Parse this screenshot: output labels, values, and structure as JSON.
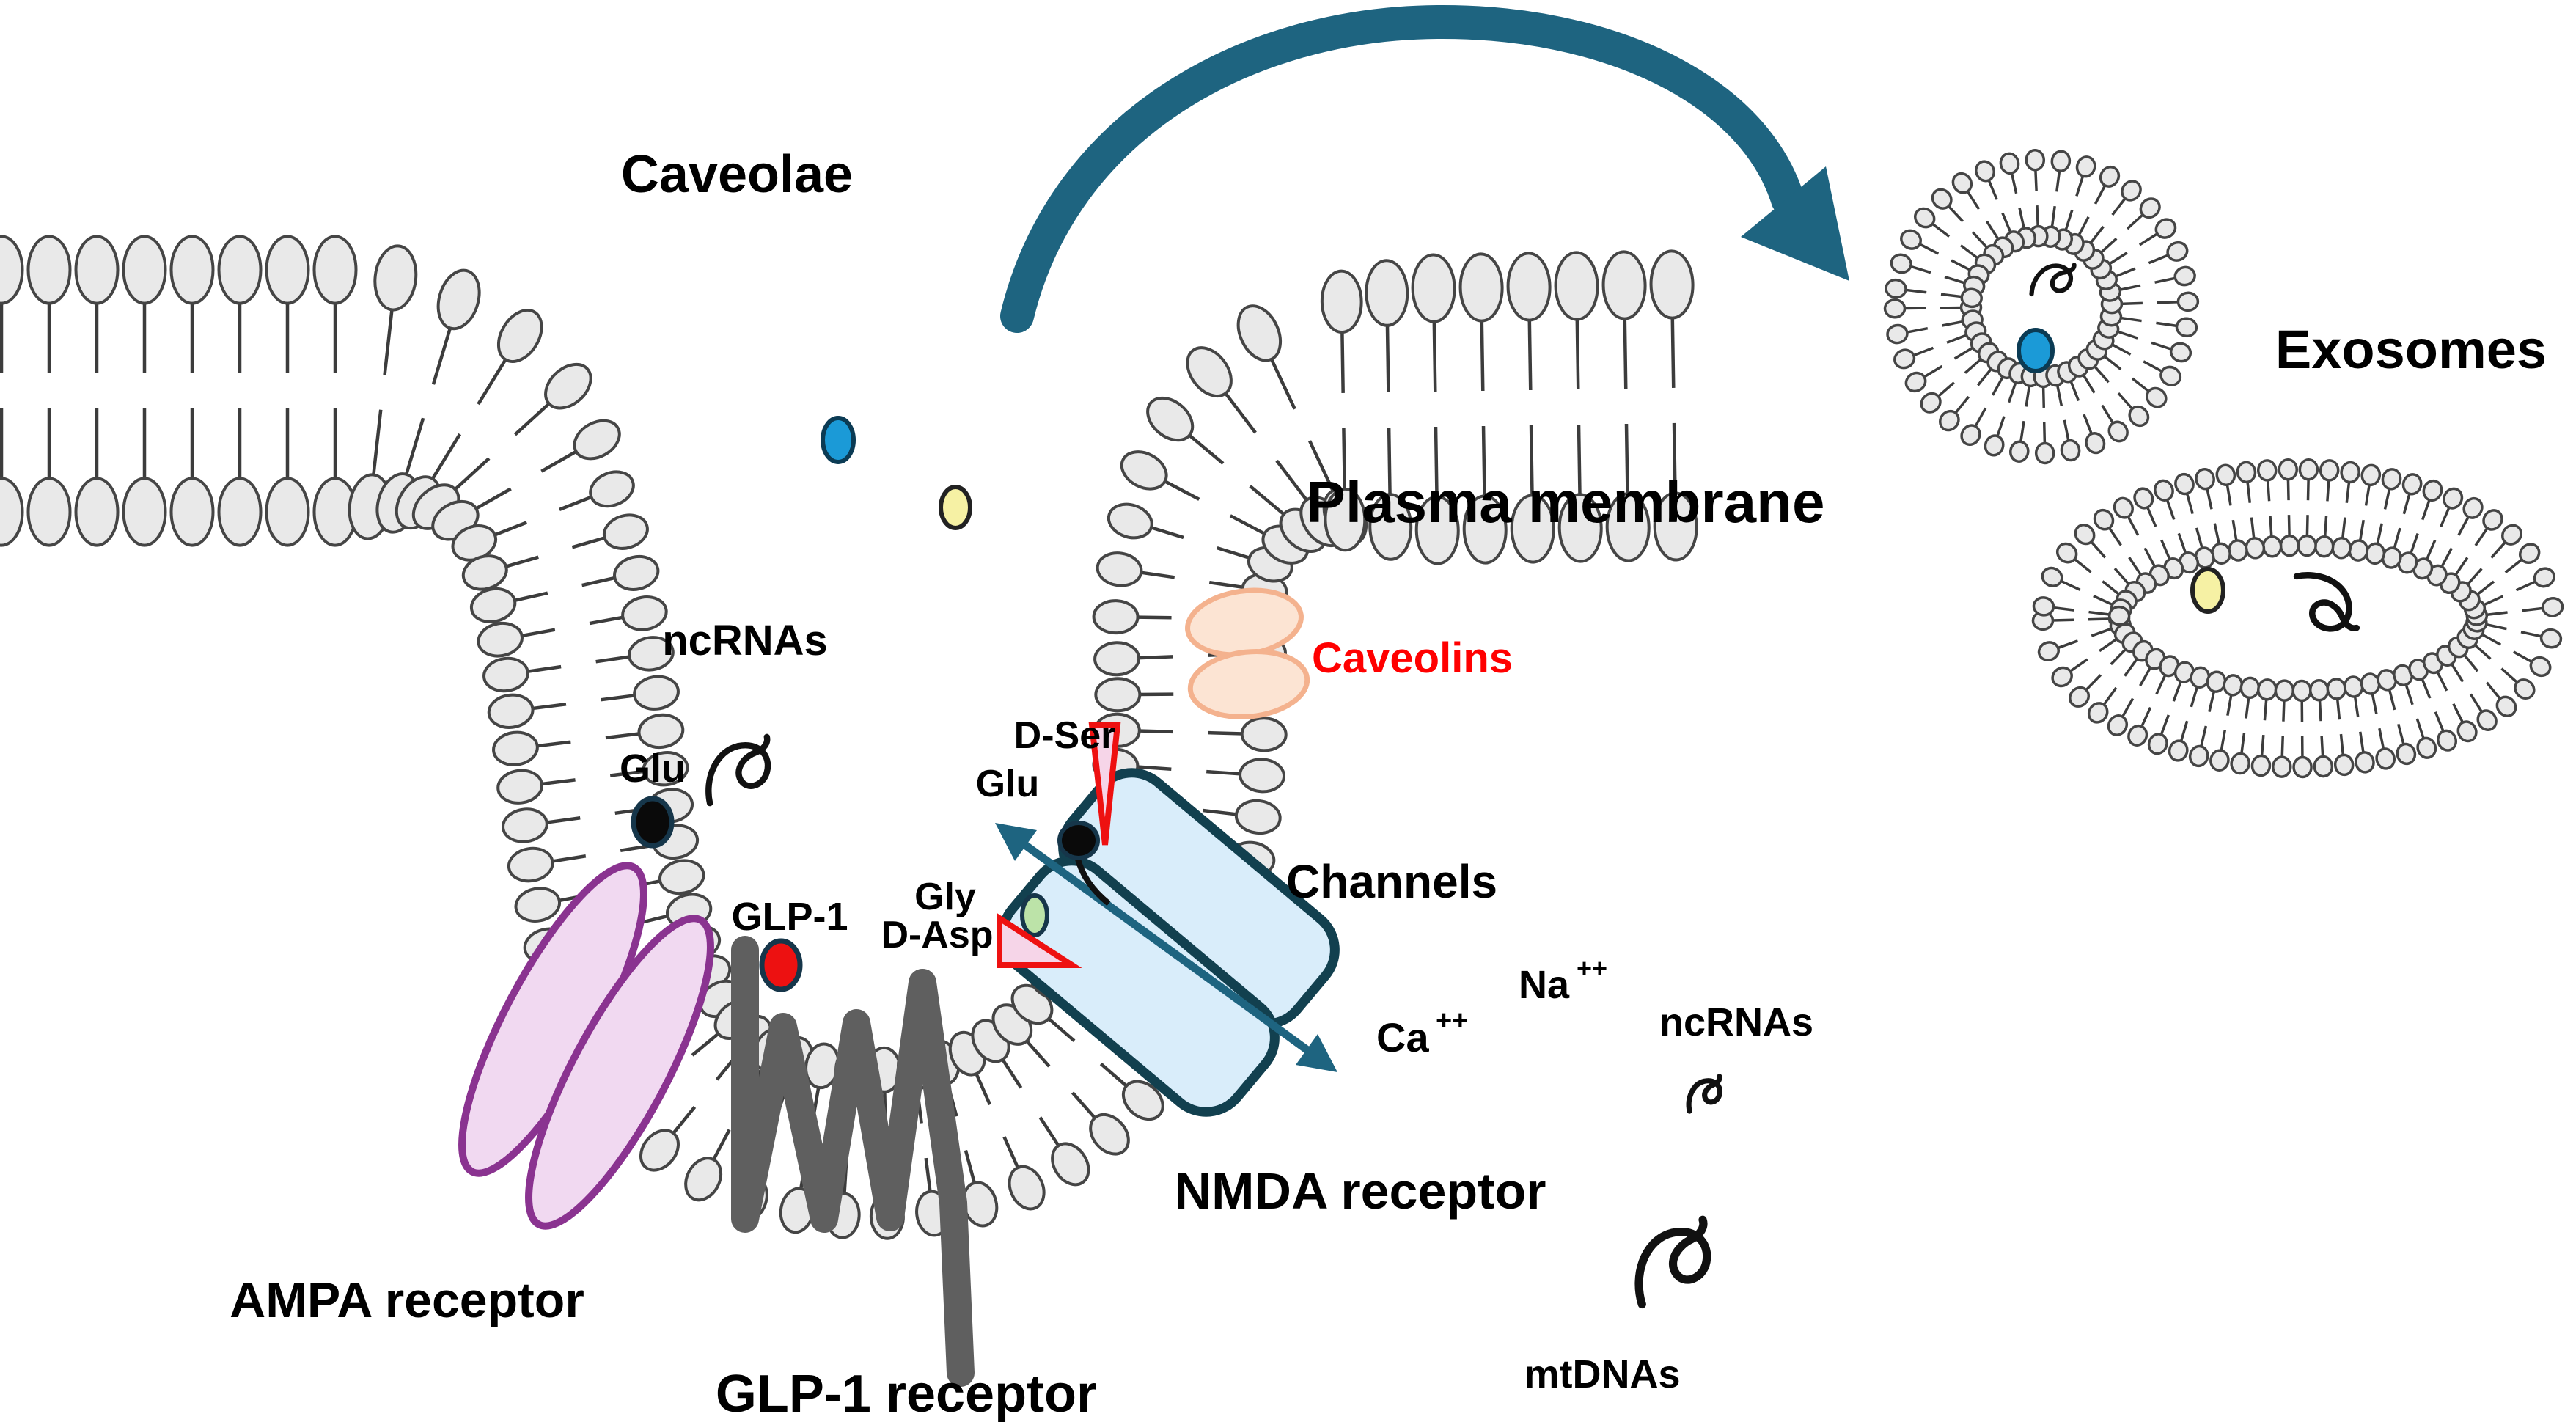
{
  "figure_title": "Caveolae and exosome ncRNA transport diagram",
  "labels": {
    "caveolae": {
      "text": "Caveolae"
    },
    "plasma_membrane": {
      "text": "Plasma membrane"
    },
    "caveolins": {
      "text": "Caveolins"
    },
    "channels": {
      "text": "Channels"
    },
    "exosomes": {
      "text": "Exosomes"
    },
    "ncrnas_pit": {
      "text": "ncRNAs"
    },
    "glu_left": {
      "text": "Glu"
    },
    "glp1": {
      "text": "GLP-1"
    },
    "d_ser": {
      "text": "D-Ser"
    },
    "glu_channel": {
      "text": "Glu"
    },
    "gly": {
      "text": "Gly"
    },
    "d_asp": {
      "text": "D-Asp"
    },
    "ca": {
      "text": "Ca",
      "sup": "++"
    },
    "na": {
      "text": "Na",
      "sup": "++"
    },
    "ncrnas_right": {
      "text": "ncRNAs"
    },
    "mtdnas": {
      "text": "mtDNAs"
    },
    "nmda_receptor": {
      "text": "NMDA receptor"
    },
    "ampa_receptor": {
      "text": "AMPA receptor"
    },
    "glp1_receptor": {
      "text": "GLP-1 receptor"
    }
  },
  "molecules": [
    {
      "name": "ncRNA squiggle",
      "color": "#111111"
    },
    {
      "name": "mtDNA squiggle",
      "color": "#111111"
    },
    {
      "name": "Glu",
      "color": "#0a0a0a"
    },
    {
      "name": "Gly",
      "color": "#bce3a8"
    },
    {
      "name": "GLP-1",
      "color": "#ed1111"
    },
    {
      "name": "blue cargo",
      "color": "#1b9ad7"
    },
    {
      "name": "yellow cargo",
      "color": "#f6f1a4"
    },
    {
      "name": "D-Ser marker",
      "color": "#ee1111"
    },
    {
      "name": "D-Asp marker",
      "color": "#ee1111"
    }
  ],
  "colors": {
    "arrow_teal": "#1e6480",
    "caveolins_text": "#ff0000",
    "label_black": "#000000",
    "channel_fill": "#d9edfa",
    "channel_stroke": "#12404f",
    "ampa_fill": "#f1d9f1",
    "ampa_stroke": "#8a3390",
    "caveolin_fill": "#fce4d3",
    "caveolin_stroke": "#f4b28e",
    "glp1_receptor_gray": "#5f5f5f",
    "lipid_head_fill": "#e9e9e9",
    "lipid_head_stroke": "#454545",
    "lipid_tail": "#3c3c3c",
    "glu_dot": "#0a0a0a",
    "glp1_dot": "#ed1111",
    "gly_dot": "#bce3a8",
    "blue_cargo": "#1b9ad7",
    "blue_cargo_stroke": "#0b3b54",
    "yellow_cargo": "#f6f1a4",
    "yellow_cargo_stroke": "#222222",
    "cone_fill": "#f6d5e8",
    "cone_stroke": "#ee1111",
    "dot_ring": "#16364a",
    "squiggle": "#111111"
  }
}
